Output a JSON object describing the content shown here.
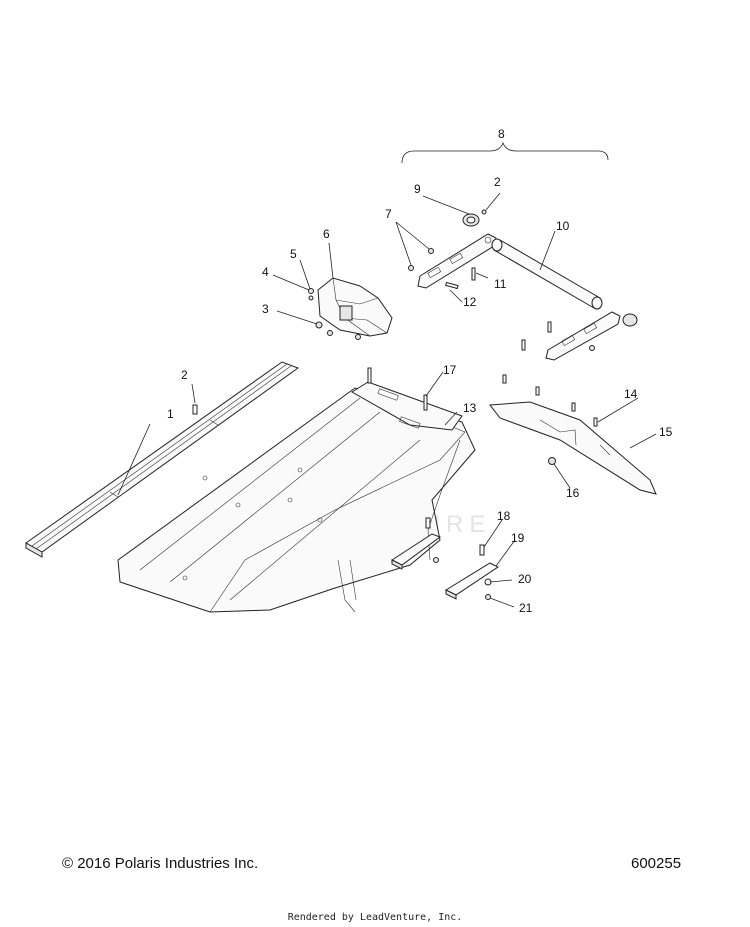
{
  "callouts": [
    "1",
    "2",
    "3",
    "4",
    "5",
    "6",
    "7",
    "8",
    "9",
    "2",
    "10",
    "11",
    "12",
    "13",
    "14",
    "15",
    "16",
    "17",
    "18",
    "19",
    "20",
    "21"
  ],
  "watermark": "LEADVENTURE",
  "footer": {
    "copyright": "© 2016 Polaris Industries Inc.",
    "drawing_number": "600255",
    "rendered_by": "Rendered by LeadVenture, Inc."
  }
}
